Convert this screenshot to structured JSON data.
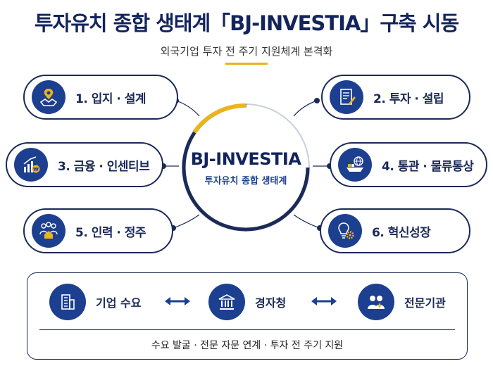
{
  "header": {
    "title": "투자유치 종합 생태계「BJ-INVESTIA」구축 시동",
    "subtitle": "외국기업 투자 전 주기 지원체계 본격화"
  },
  "center": {
    "title": "BJ-INVESTIA",
    "subtitle": "투자유치 종합 생태계"
  },
  "nodes": [
    {
      "label": "1. 입지 · 설계",
      "icon": "map-pin-icon"
    },
    {
      "label": "2. 투자 · 설립",
      "icon": "document-icon"
    },
    {
      "label": "3. 금융 · 인센티브",
      "icon": "growth-chart-icon"
    },
    {
      "label": "4. 통관 · 물류통상",
      "icon": "ship-globe-icon"
    },
    {
      "label": "5. 인력 · 정주",
      "icon": "people-home-icon"
    },
    {
      "label": "6. 혁신성장",
      "icon": "lightbulb-gear-icon"
    }
  ],
  "partners": [
    {
      "label": "기업 수요",
      "icon": "building-icon"
    },
    {
      "label": "경자청",
      "icon": "government-icon"
    },
    {
      "label": "전문기관",
      "icon": "experts-icon"
    }
  ],
  "footer_note": "수요 발굴  ·  전문 자문 연계  ·  투자 전 주기 지원",
  "colors": {
    "navy": "#1b2a57",
    "blue": "#1d3f8f",
    "accent": "#e9b41c"
  }
}
